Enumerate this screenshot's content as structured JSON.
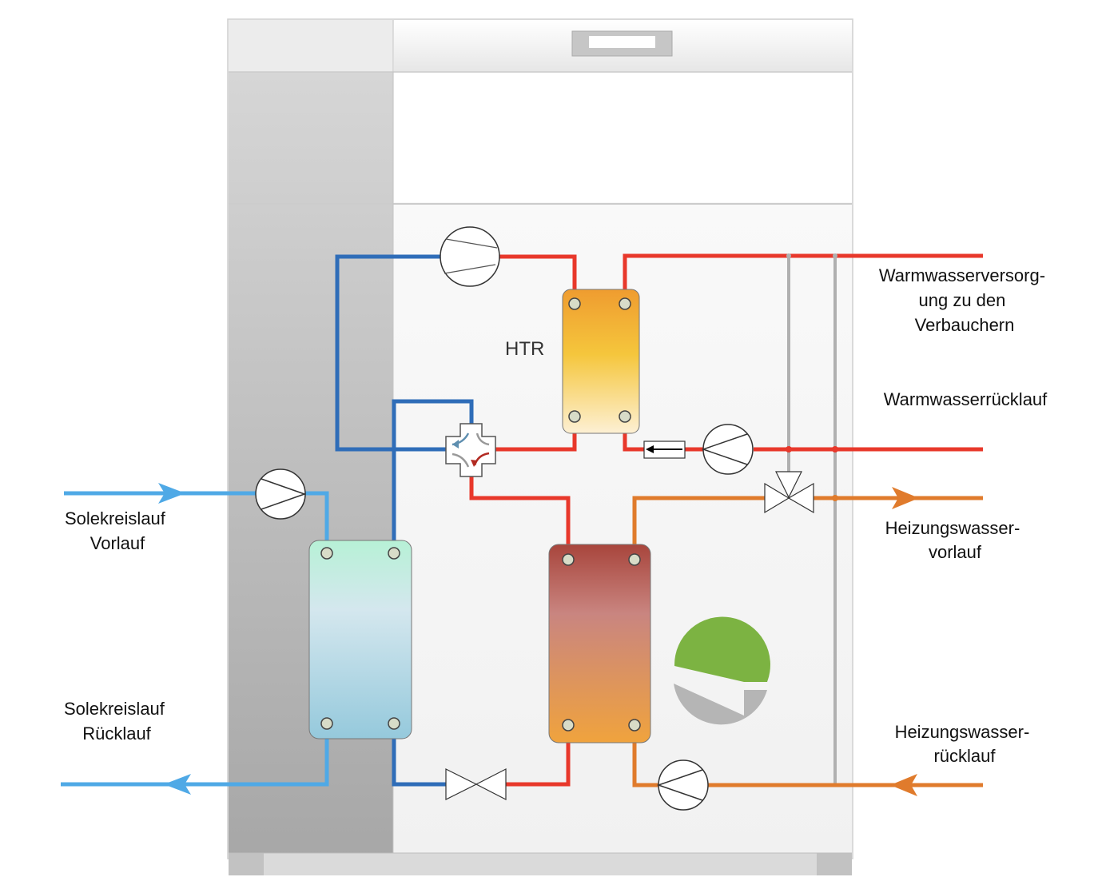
{
  "labels": {
    "htr": "HTR",
    "warmwasser_versorgung": [
      "Warmwasserversorg-",
      "ung zu den",
      "Verbauchern"
    ],
    "warmwasser_ruecklauf": "Warmwasserrücklauf",
    "heizungswasser_vorlauf": [
      "Heizungswasser-",
      "vorlauf"
    ],
    "heizungswasser_ruecklauf": [
      "Heizungswasser-",
      "rücklauf"
    ],
    "sole_vorlauf": [
      "Solekreislauf",
      "Vorlauf"
    ],
    "sole_ruecklauf": [
      "Solekreislauf",
      "Rücklauf"
    ]
  },
  "colors": {
    "hot": "#e8382b",
    "cold": "#2f6db8",
    "brine": "#4fa9e6",
    "heating": "#e07b2c",
    "gray_pipe": "#b0b0b0",
    "logo_green": "#7cb342",
    "logo_gray": "#b5b5b5"
  },
  "icons": [
    "pump-icon",
    "valve-icon",
    "check-valve-icon",
    "four-way-valve-icon",
    "three-way-valve-icon",
    "brand-logo-icon"
  ]
}
